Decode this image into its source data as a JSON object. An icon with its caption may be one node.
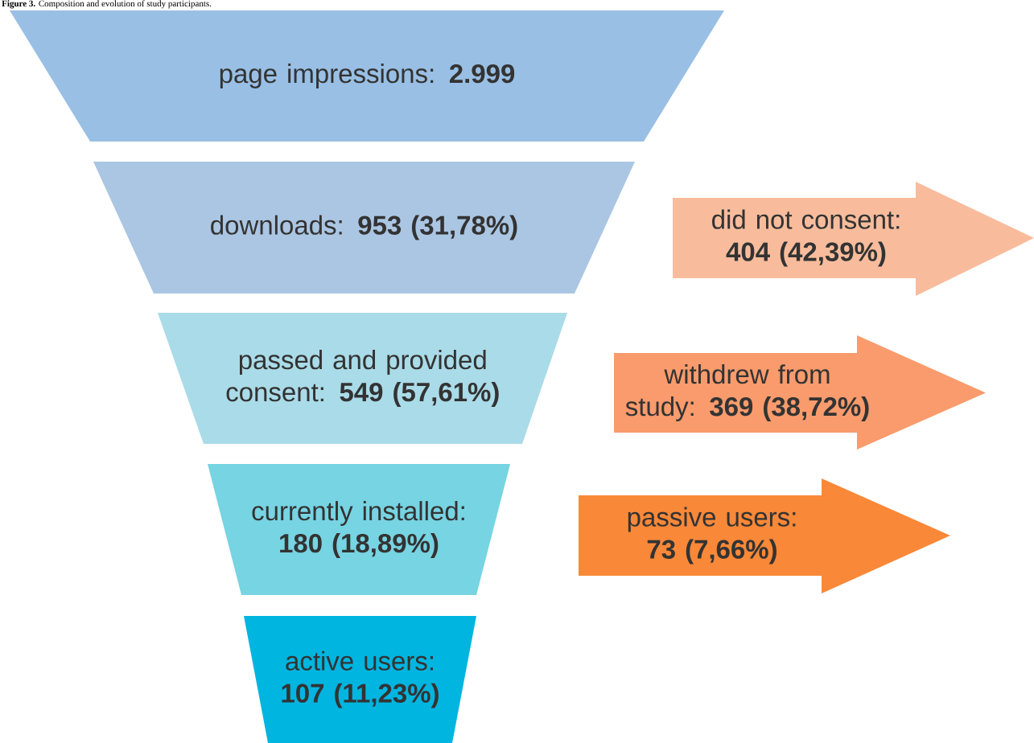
{
  "diagram": {
    "title": "**Figure 3.** Composition and evolution of study participants.",
    "nodes": [
      {
        "text": [
          "page impressions: **2.999**"
        ]
      },
      {
        "text": [
          "downloads: **953 (31,78%)**"
        ]
      },
      {
        "text": [
          "passed and provided consent: **549 (57,61%)**"
        ]
      },
      {
        "text": [
          "currently installed: **180 (18,89%)**"
        ]
      },
      {
        "text": [
          "active users: **107 (11,23%)**"
        ]
      },
      {
        "text": [
          "did not consent: **404 (42,39%)**"
        ]
      },
      {
        "text": [
          "withdrew from study: **369 (38,72%)**"
        ]
      },
      {
        "text": [
          "passive users: **73 (7,66%)**"
        ]
      }
    ]
  }
}
